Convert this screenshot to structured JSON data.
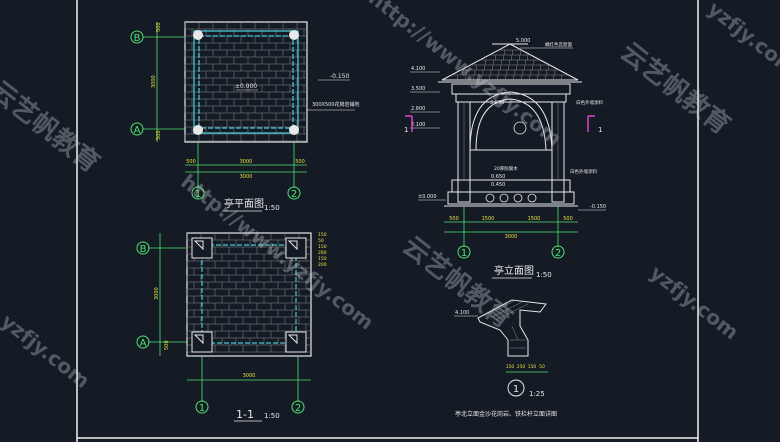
{
  "colors": {
    "background": "#141b25",
    "frame": "#f2f2f2",
    "line_white": "#e8e8e8",
    "line_cyan": "#46c8d4",
    "line_green": "#4ee070",
    "line_yellow": "#e8e03a",
    "line_magenta": "#e040c8",
    "watermark": "#c9cdd4"
  },
  "plan": {
    "title": "亭平面图",
    "scale": "1:50",
    "axes": {
      "top": "B",
      "bottom": "A",
      "left_num": "1",
      "right_num": "2"
    },
    "dims": {
      "total": "3000",
      "side": "500",
      "mid": "3000",
      "bot_left": "500",
      "bot_right": "500"
    },
    "elev_1": "±0.000",
    "elev_2": "-0.150",
    "floor_note": "300X500花岗岩铺地",
    "left_dims": {
      "a": "500",
      "b": "3000",
      "c": "500"
    }
  },
  "section": {
    "title": "1-1",
    "scale": "1:50",
    "axes": {
      "top": "B",
      "bottom": "A",
      "left_num": "1",
      "right_num": "2"
    },
    "dims": {
      "total": "3000",
      "a": "3000",
      "c": "500"
    },
    "small_dims": [
      "150",
      "50",
      "150",
      "280",
      "150",
      "200"
    ]
  },
  "elevation": {
    "title": "亭立面图",
    "scale": "1:50",
    "elevs": [
      "5.000",
      "4.100",
      "3.500",
      "3.600",
      "2.800",
      "2.100",
      "0.650",
      "0.450",
      "±0.000",
      "-0.150"
    ],
    "notes": [
      "橘红色瓦屋面",
      "白色外墙涂料",
      "白色外墙涂料",
      "20厚防腐木"
    ],
    "dims": {
      "a": "500",
      "b": "1500",
      "c": "1500",
      "d": "500",
      "total": "3000"
    },
    "axes": {
      "left": "1",
      "right": "2"
    },
    "section_mark": "1"
  },
  "detail": {
    "number": "1",
    "scale": "1:25",
    "elev": "4.100",
    "caption": "亭北立面金沙花岗岩、铁栏杆立面详图",
    "dims": [
      "150",
      "250",
      "150",
      "50"
    ]
  },
  "watermarks": {
    "brand": "云艺帆教育",
    "url": "http://www.yzfjy.com",
    "short": "yzfjy.com"
  }
}
